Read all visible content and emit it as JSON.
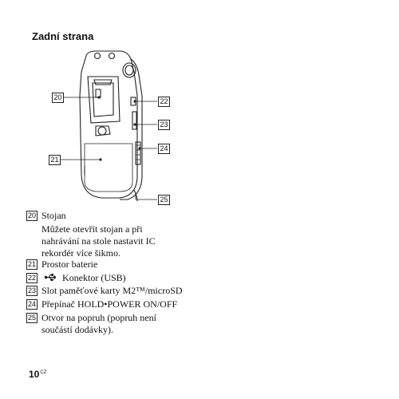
{
  "heading": "Zadní strana",
  "callouts": {
    "c20": "20",
    "c21": "21",
    "c22": "22",
    "c23": "23",
    "c24": "24",
    "c25": "25"
  },
  "items": [
    {
      "num": "20",
      "label": "Stojan",
      "description": [
        "Můžete otevřít stojan a při",
        "nahrávání na stole nastavit IC",
        "rekordér více šikmo."
      ]
    },
    {
      "num": "21",
      "label": "Prostor baterie"
    },
    {
      "num": "22",
      "label": "Konektor (USB)",
      "icon": "usb-icon"
    },
    {
      "num": "23",
      "label": "Slot paměťové karty M2™/microSD"
    },
    {
      "num": "24",
      "label": "Přepínač HOLD•POWER ON/OFF"
    },
    {
      "num": "25",
      "label": "Otvor na popruh (popruh není",
      "label2": "součástí dodávky)."
    }
  ],
  "page": {
    "number": "10",
    "lang": "CZ"
  }
}
